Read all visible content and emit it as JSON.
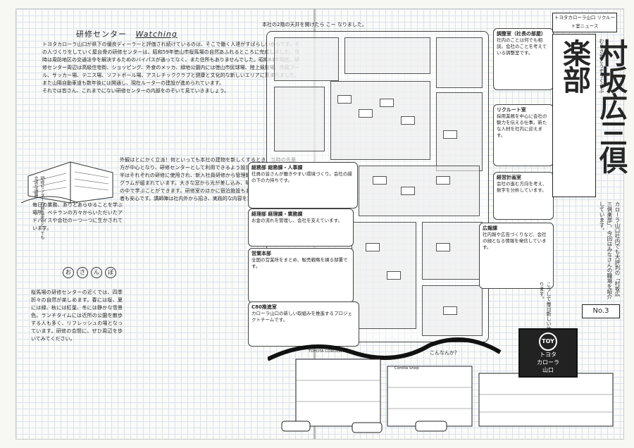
{
  "left_page": {
    "heading_jp": "研修センター",
    "heading_en": "Watching",
    "intro": "トヨタカローラ山口が県下の優良ディーラーと評価され続けているのは、そこで働く人達がすばらしいからです。その人づくりをしていく屋台骨の研修センターは、昭和59年徳山市桜馬場の自然あふれるところに完成しました。当時は周防地区の交通法令を解決するためのバイパスが通ってなく、また住所もありませんでした。昭和63年現在、研修センター周辺は高級住宅街、ショッピング、外食のメッカ、緑地公園内には徳山市民球場、陸上競技場、市民プール、サッカー場、テニス場、ソフトボール場、アスレチッククラブと健康と文化的な新しいエリアに恵まれました。また山陽自動車道も数年後には開通し、現在ルーターの建設が進められています。",
    "intro2": "それでは皆さん、これまでにない研修センターの内部をのぞいて見ていきましょう。",
    "side_text": "毎日の業務、ありとあらゆることを学ぶ場所。ベテランの方々からいただいたアドバイスや会社の一つ一つに生かされています。",
    "section_title": [
      "お",
      "さ",
      "ん",
      "ぽ"
    ],
    "osanpo": "桜馬場の研修センターの近くでは、四季折々の自然が楽しめます。春には桜、夏には緑、秋には紅葉、冬には静かな雪景色。ランチタイムには近所の公園を散歩する人も多く、リフレッシュの場となっています。研修の合間に、ぜひ周辺を歩いてみてください。",
    "main_text": "外観はとにかく立派！何といっても本社の建物を新しくするとき、当時の先輩方が中心となり、研修センターとして利用できるよう設計しました。一年の大半はそれぞれの研修に使用され、新入社員研修から管理職研修まで様々なプログラムが組まれています。大きな窓から光が差し込み、明るく開放的な雰囲気の中で学ぶことができます。研修室のほかに宿泊施設もあり、遠方からの参加者も安心です。講師陣は社内外から招き、実践的な内容を重視しています。",
    "sketch_caption": "研修センターの前を走るとっても立派な道路"
  },
  "right_page": {
    "ceiling_caption": "本社の2階の天井を開けたら こー なりました。",
    "callouts": {
      "tyotei": {
        "title": "調整室（社長の部屋）",
        "body": "社内のことは何でも相談。会社のことを考えている調整室です。"
      },
      "recruit": {
        "title": "リクルート室",
        "body": "採用業務を中心に会社の魅力を伝える仕事。新たな人材を社内に迎えます。"
      },
      "keiei": {
        "title": "経営計画室",
        "body": "会社の進む方向を考え、数字を分析しています。"
      },
      "soumu": {
        "title": "総務部 総務課・人事課",
        "body": "社員の皆さんが働きやすい環境づくり。会社の縁の下の力持ちです。"
      },
      "keiri": {
        "title": "経理部 経理課・業務課",
        "body": "お金の流れを管理し、会社を支えています。"
      },
      "eigyou": {
        "title": "営業本部",
        "body": "全国の営業所をまとめ、販売戦略を練る部署です。"
      },
      "c80": {
        "title": "C80推進室",
        "body": "カローラ山口の新しい取組みを推進するプロジェクトチームです。"
      },
      "koho": {
        "title": "広報課",
        "body": "社内報や広告づくりなど、会社の顔となる情報を発信しています。"
      }
    },
    "masthead_top": "トヨタカローラ山口 リクルート室ニュース",
    "masthead_title": "村坂広三倶楽部",
    "masthead_ruby": "むらさかこうぞうくらぶ",
    "masthead_body": "カローラ山口社内でも大評判の「村坂広三倶楽部」。今回はみなさんの職場を紹介しています。",
    "issue": "No.3",
    "daily_text": "こうして毎日新しい仕事が始まります。",
    "speech": "こんなんか？",
    "sign_line1": "トヨタ",
    "sign_line2": "カローラ",
    "sign_line3": "山口",
    "sign_logo": "TOY",
    "shop_label_1": "TOYOTA COROLLA",
    "shop_label_2": "Corolla Shop"
  }
}
